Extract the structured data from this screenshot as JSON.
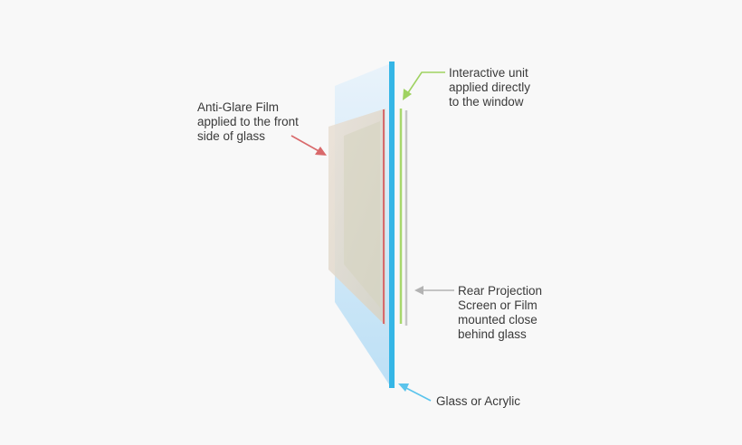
{
  "labels": {
    "anti_glare": [
      "Anti-Glare Film",
      "applied to the front",
      "side of glass"
    ],
    "interactive_unit": [
      "Interactive unit",
      "applied directly",
      "to the window"
    ],
    "rear_projection": [
      "Rear Projection",
      "Screen or Film",
      "mounted close",
      "behind glass"
    ],
    "glass": [
      "Glass or Acrylic"
    ]
  },
  "colors": {
    "background": "#f8f8f8",
    "glass_edge": "#35b6e6",
    "glass_pane": "#cfe7f6",
    "anti_glare_film": "#e6dccf",
    "anti_glare_arrow": "#d9696b",
    "interactive_arrow": "#9fd261",
    "rear_screen": "#c9c9c9",
    "glass_arrow": "#5bc4ec",
    "rear_arrow": "#b3b3b3",
    "text": "#3a3a3a"
  }
}
